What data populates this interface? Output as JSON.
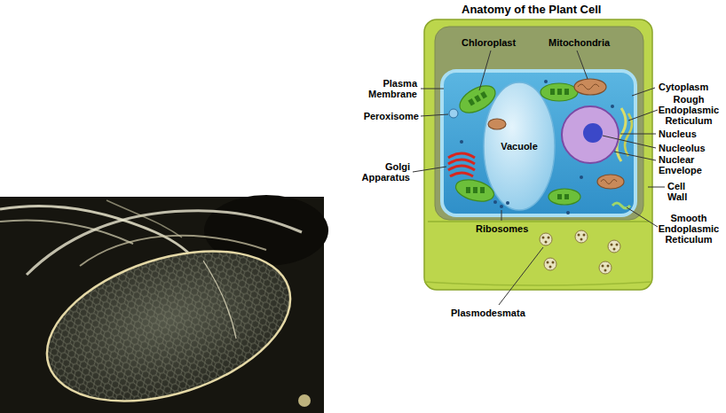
{
  "diagram": {
    "title": "Anatomy of the Plant Cell",
    "labels": [
      "Chloroplast",
      "Mitochondria",
      "Plasma Membrane",
      "Cytoplasm",
      "Rough Endoplasmic Reticulum",
      "Peroxisome",
      "Nucleus",
      "Vacuole",
      "Nucleolus",
      "Nuclear Envelope",
      "Golgi Apparatus",
      "Cell Wall",
      "Ribosomes",
      "Smooth Endoplasmic Reticulum",
      "Plasmodesmata"
    ]
  }
}
